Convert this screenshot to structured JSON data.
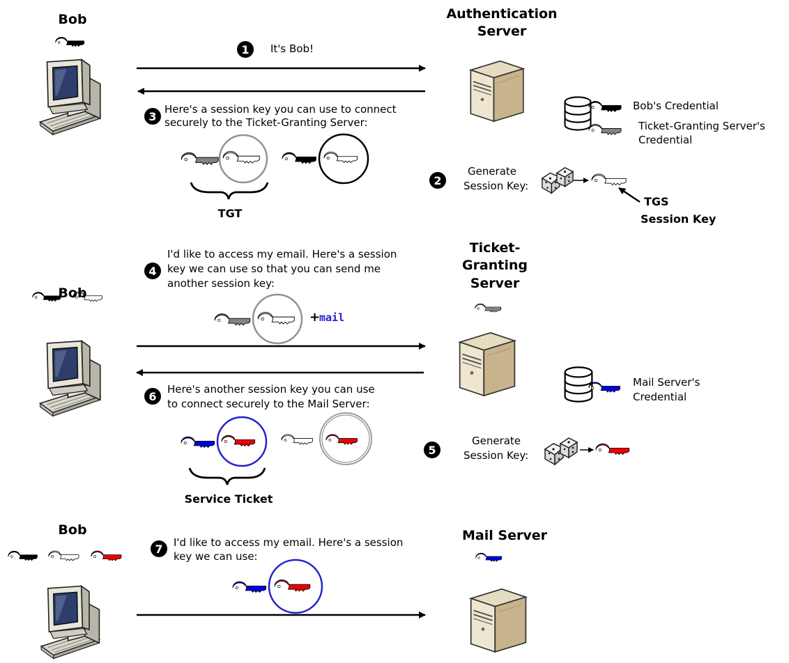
{
  "labels": {
    "bob_1": "Bob",
    "bob_2": "Bob",
    "bob_3": "Bob",
    "auth_server_line1": "Authentication",
    "auth_server_line2": "Server",
    "tgs_line1": "Ticket-",
    "tgs_line2": "Granting",
    "tgs_line3": "Server",
    "mail_server": "Mail Server",
    "tgt": "TGT",
    "service_ticket": "Service Ticket",
    "tgs_session_key_line1": "TGS",
    "tgs_session_key_line2": "Session Key",
    "bobs_credential": "Bob's Credential",
    "tgs_credential_line1": "Ticket-Granting Server's",
    "tgs_credential_line2": "Credential",
    "mail_credential_line1": "Mail Server's",
    "mail_credential_line2": "Credential",
    "generate_1_line1": "Generate",
    "generate_1_line2": "Session Key:",
    "generate_2_line1": "Generate",
    "generate_2_line2": "Session Key:",
    "mail_keyword": "mail",
    "plus": "+"
  },
  "steps": {
    "s1": {
      "num": "1",
      "text": [
        "It's Bob!"
      ]
    },
    "s2": {
      "num": "2"
    },
    "s3": {
      "num": "3",
      "text": [
        "Here's a session key you can use to  connect",
        "securely to the Ticket-Granting Server:"
      ]
    },
    "s4": {
      "num": "4",
      "text": [
        "I'd like to access my email. Here's a session",
        "key we can use so that you can send me",
        "another session key:"
      ]
    },
    "s5": {
      "num": "5"
    },
    "s6": {
      "num": "6",
      "text": [
        "Here's another session key you can use",
        "to  connect securely to the Mail Server:"
      ]
    },
    "s7": {
      "num": "7",
      "text": [
        "I'd like to access my email.  Here's a session",
        "key we can use:"
      ]
    }
  },
  "colors": {
    "black_key": "#000000",
    "gray_key": "#8a8282",
    "white_key": "#ffffff",
    "blue_key": "#0000dd",
    "red_key": "#ee0000",
    "mail_keyword": "#2222cc",
    "arrow": "#000000",
    "gray_ring": "#9a9090",
    "blue_ring": "#2222cc"
  },
  "icons": [
    "computer-icon",
    "server-icon",
    "database-icon",
    "key-icon",
    "dice-icon",
    "brace-icon",
    "arrow-icon"
  ]
}
